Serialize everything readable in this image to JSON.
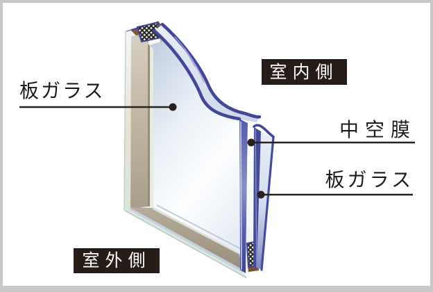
{
  "diagram": {
    "type": "insulated-glazing-cross-section",
    "labels": {
      "glass_pane_outer": "板ガラス",
      "indoor_side": "室内側",
      "hollow_layer": "中空膜",
      "glass_pane_inner": "板ガラス",
      "outdoor_side": "室外側"
    },
    "colors": {
      "label_text": "#1f1b19",
      "leader_line": "#29211f",
      "side_badge_bg": "#261d18",
      "side_badge_text": "#ffffff",
      "glass_edge_navy": "#464a9b",
      "spacer_sealant_brown": "#85552e",
      "frame_tan": "#c2b7a5",
      "glass_face_blue": "#ccd6e6",
      "page_background": "#ffffff",
      "outer_border": "#c8c8c8"
    }
  }
}
